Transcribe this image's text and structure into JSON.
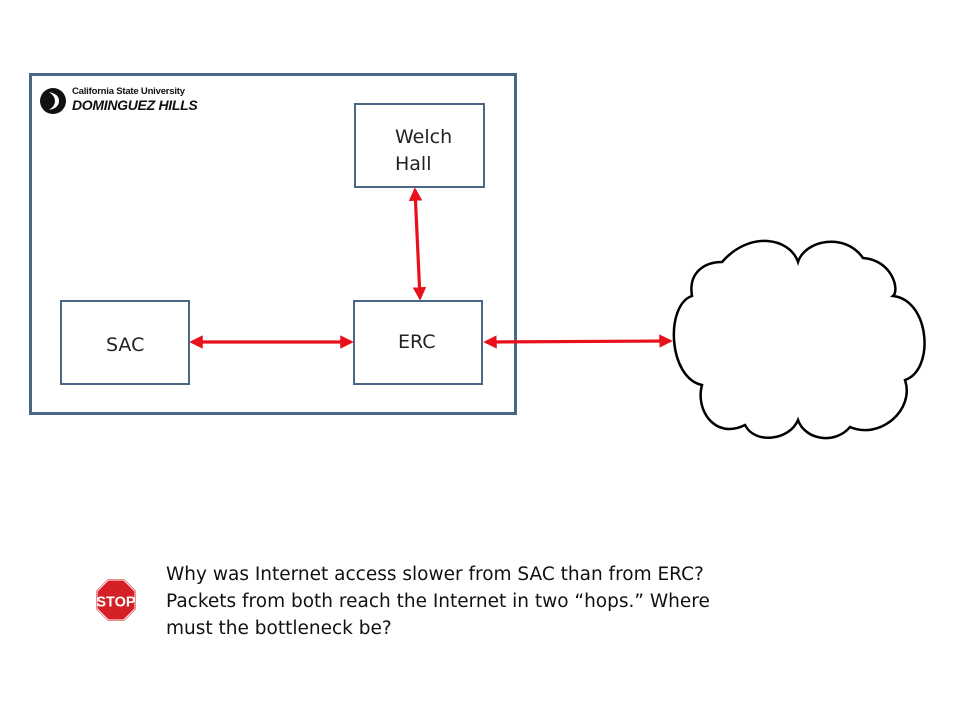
{
  "logo": {
    "line1": "California State University",
    "line2": "DOMINGUEZ HILLS"
  },
  "nodes": {
    "welch": "Welch Hall",
    "sac": "SAC",
    "erc": "ERC"
  },
  "stop_sign": {
    "text": "STOP"
  },
  "question": {
    "line1": "Why was Internet access slower from SAC than from ERC?",
    "line2": "Packets from both reach the Internet in two “hops.” Where",
    "line3": "must the bottleneck be?"
  },
  "colors": {
    "arrow": "#e8101a",
    "box_border": "#4a6787",
    "stop_red": "#d42027"
  },
  "icons": [
    "csudh-logo-icon",
    "cloud-icon",
    "stop-sign-icon"
  ]
}
